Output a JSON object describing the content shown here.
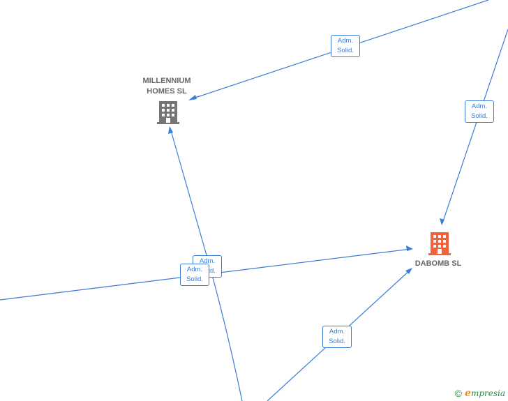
{
  "nodes": {
    "millennium": {
      "label_line1": "MILLENNIUM",
      "label_line2": "HOMES SL",
      "icon": "building-icon",
      "color": "#757575"
    },
    "dabomb": {
      "label": "DABOMB SL",
      "icon": "building-icon",
      "color": "#f0643c"
    }
  },
  "edges": [
    {
      "id": "e1",
      "line1": "Adm.",
      "line2": "Solid."
    },
    {
      "id": "e2",
      "line1": "Adm.",
      "line2": "Solid."
    },
    {
      "id": "e3",
      "line1": "Adm.",
      "line2": "Solid."
    },
    {
      "id": "e4",
      "line1": "Adm.",
      "line2": "Solid."
    },
    {
      "id": "e5",
      "line1": "Adm.",
      "line2": "Solid."
    }
  ],
  "colors": {
    "edge": "#3a7bd5",
    "brand": "#2d8a3e",
    "brand_accent": "#f08a1c"
  },
  "brand": {
    "copyright": "©",
    "initial": "e",
    "rest": "mpresia"
  }
}
